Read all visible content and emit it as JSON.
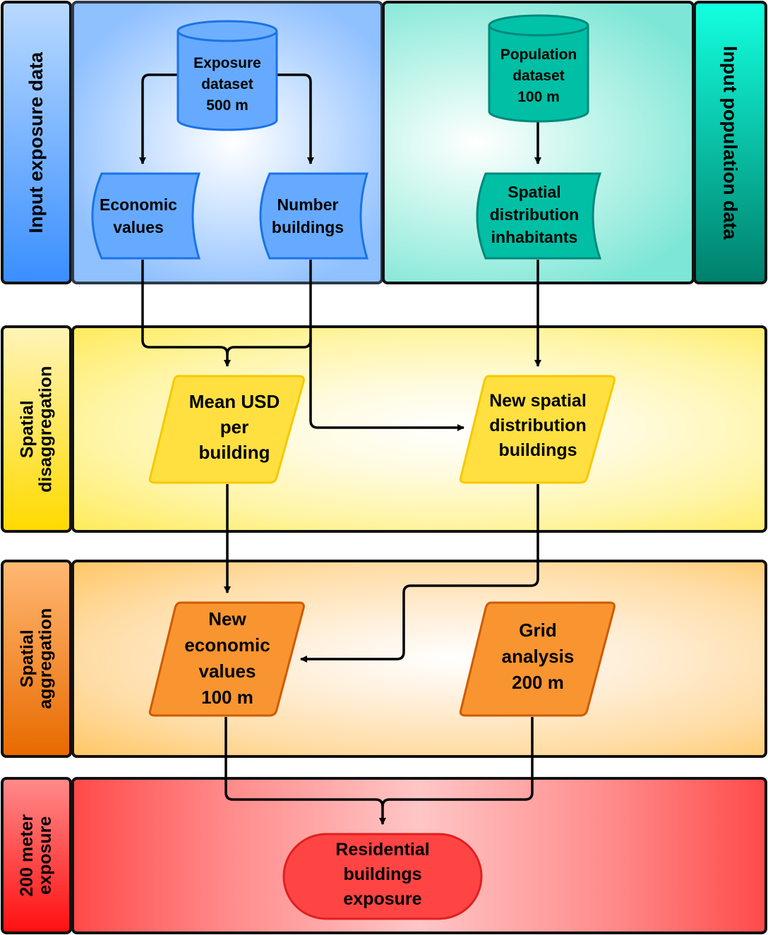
{
  "lanes": {
    "input_exposure": {
      "label": "Input exposure data"
    },
    "input_population": {
      "label": "Input population data"
    },
    "spatial_disaggregation": {
      "label": "Spatial\ndisaggregation"
    },
    "spatial_aggregation": {
      "label": "Spatial\naggregation"
    },
    "exposure_200m": {
      "label": "200 meter\nexposure"
    }
  },
  "nodes": {
    "exposure_dataset": {
      "label": "Exposure\ndataset\n500 m",
      "shape": "database"
    },
    "economic_values": {
      "label": "Economic\nvalues",
      "shape": "stored-data"
    },
    "number_buildings": {
      "label": "Number\nbuildings",
      "shape": "stored-data"
    },
    "population_dataset": {
      "label": "Population\ndataset\n100 m",
      "shape": "database"
    },
    "spatial_distribution_inhabitants": {
      "label": "Spatial\ndistribution\ninhabitants",
      "shape": "stored-data"
    },
    "mean_usd_per_building": {
      "label": "Mean USD\nper\nbuilding",
      "shape": "parallelogram"
    },
    "new_spatial_distribution_buildings": {
      "label": "New spatial\ndistribution\nbuildings",
      "shape": "parallelogram"
    },
    "new_economic_values": {
      "label": "New\neconomic\nvalues\n100 m",
      "shape": "parallelogram"
    },
    "grid_analysis": {
      "label": "Grid\nanalysis\n200 m",
      "shape": "parallelogram"
    },
    "residential_buildings_exposure": {
      "label": "Residential\nbuildings\nexposure",
      "shape": "terminator"
    }
  },
  "edges": [
    {
      "from": "exposure_dataset",
      "to": "economic_values"
    },
    {
      "from": "exposure_dataset",
      "to": "number_buildings"
    },
    {
      "from": "population_dataset",
      "to": "spatial_distribution_inhabitants"
    },
    {
      "from": "economic_values",
      "to": "mean_usd_per_building"
    },
    {
      "from": "number_buildings",
      "to": "mean_usd_per_building"
    },
    {
      "from": "number_buildings",
      "to": "new_spatial_distribution_buildings"
    },
    {
      "from": "spatial_distribution_inhabitants",
      "to": "new_spatial_distribution_buildings"
    },
    {
      "from": "mean_usd_per_building",
      "to": "new_economic_values"
    },
    {
      "from": "new_spatial_distribution_buildings",
      "to": "new_economic_values"
    },
    {
      "from": "new_economic_values",
      "to": "residential_buildings_exposure"
    },
    {
      "from": "grid_analysis",
      "to": "residential_buildings_exposure"
    }
  ],
  "colors": {
    "exposure_blue": "#66aaff",
    "population_teal": "#00bfa5",
    "disaggregation_yellow": "#ffe040",
    "aggregation_orange": "#f89530",
    "exposure_red": "#ff4444"
  }
}
